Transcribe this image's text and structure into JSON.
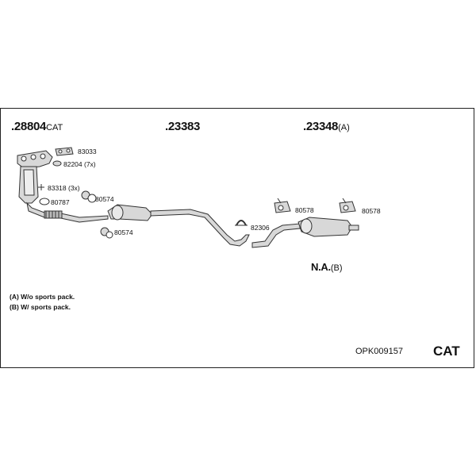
{
  "header_parts": {
    "part1": {
      "number": ".28804",
      "suffix": "CAT"
    },
    "part2": {
      "number": ".23383",
      "suffix": ""
    },
    "part3": {
      "number": ".23348",
      "suffix": "(A)"
    }
  },
  "callouts": {
    "c83033": "83033",
    "c82204": "82204 (7x)",
    "c83318": "83318 (3x)",
    "c80787": "80787",
    "c80574a": "80574",
    "c80574b": "80574",
    "c82306": "82306",
    "c80578a": "80578",
    "c80578b": "80578"
  },
  "na_label": {
    "text": "N.A.",
    "suffix": "(B)"
  },
  "notes": [
    "(A) W/o sports pack.",
    "(B) W/ sports pack."
  ],
  "footer": {
    "code": "OPK009157",
    "type": "CAT"
  },
  "colors": {
    "line": "#222222",
    "part_fill": "#d6d6d6",
    "part_stroke": "#333333"
  }
}
